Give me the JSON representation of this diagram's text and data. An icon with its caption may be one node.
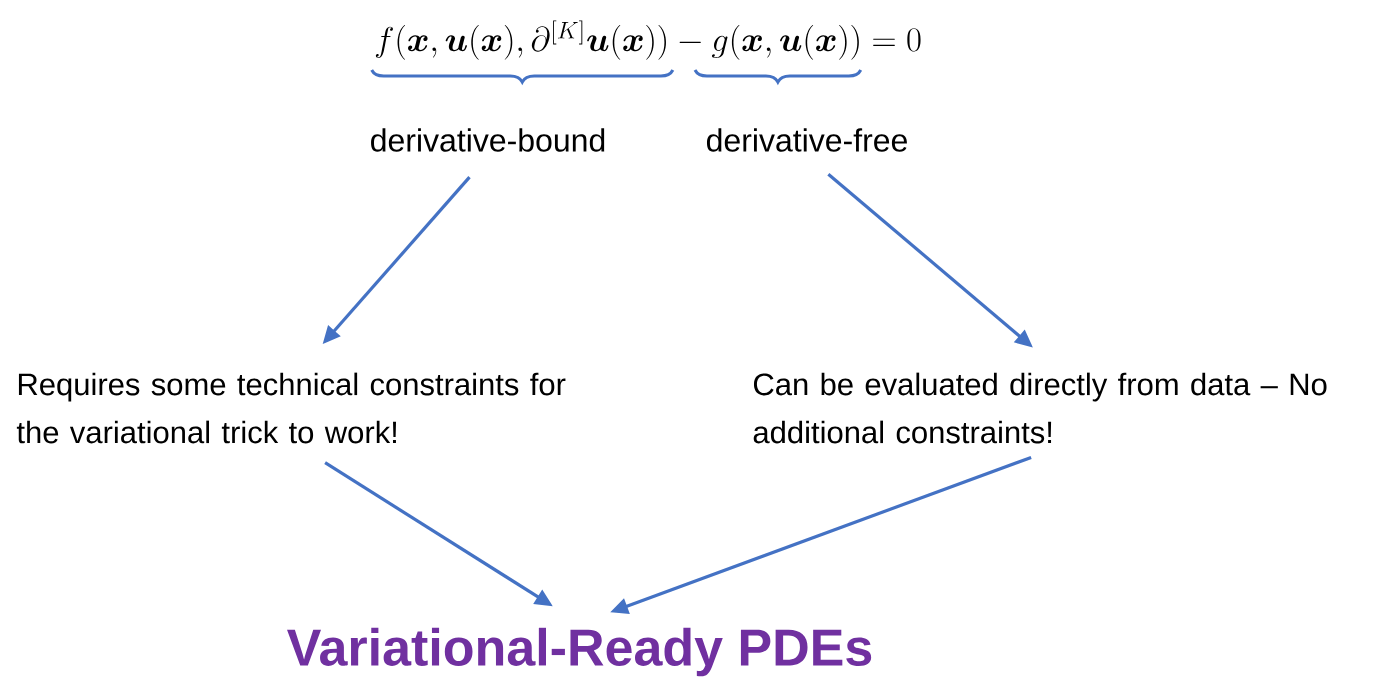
{
  "diagram": {
    "nodes": [
      {
        "text": [
          "derivative-bound"
        ]
      },
      {
        "text": [
          "derivative-free"
        ]
      },
      {
        "text": [
          "Requires some technical constraints for the variational trick to work!"
        ]
      },
      {
        "text": [
          "Can be evaluated directly from data – No additional constraints!"
        ]
      },
      {
        "text": [
          "Variational-Ready PDEs"
        ]
      }
    ],
    "edges": [
      {
        "from": 0,
        "to": 2,
        "arrow": "to"
      },
      {
        "from": 1,
        "to": 3,
        "arrow": "to"
      },
      {
        "from": 2,
        "to": 4,
        "arrow": "to"
      },
      {
        "from": 3,
        "to": 4,
        "arrow": "to"
      }
    ],
    "labels": [
      "f(\\boldsymbol{x},\\boldsymbol{u}(\\boldsymbol{x}),\\partial^{[K]}\\boldsymbol{u}(\\boldsymbol{x}))-g(\\boldsymbol{x},\\boldsymbol{u}(\\boldsymbol{x}))=0"
    ]
  }
}
